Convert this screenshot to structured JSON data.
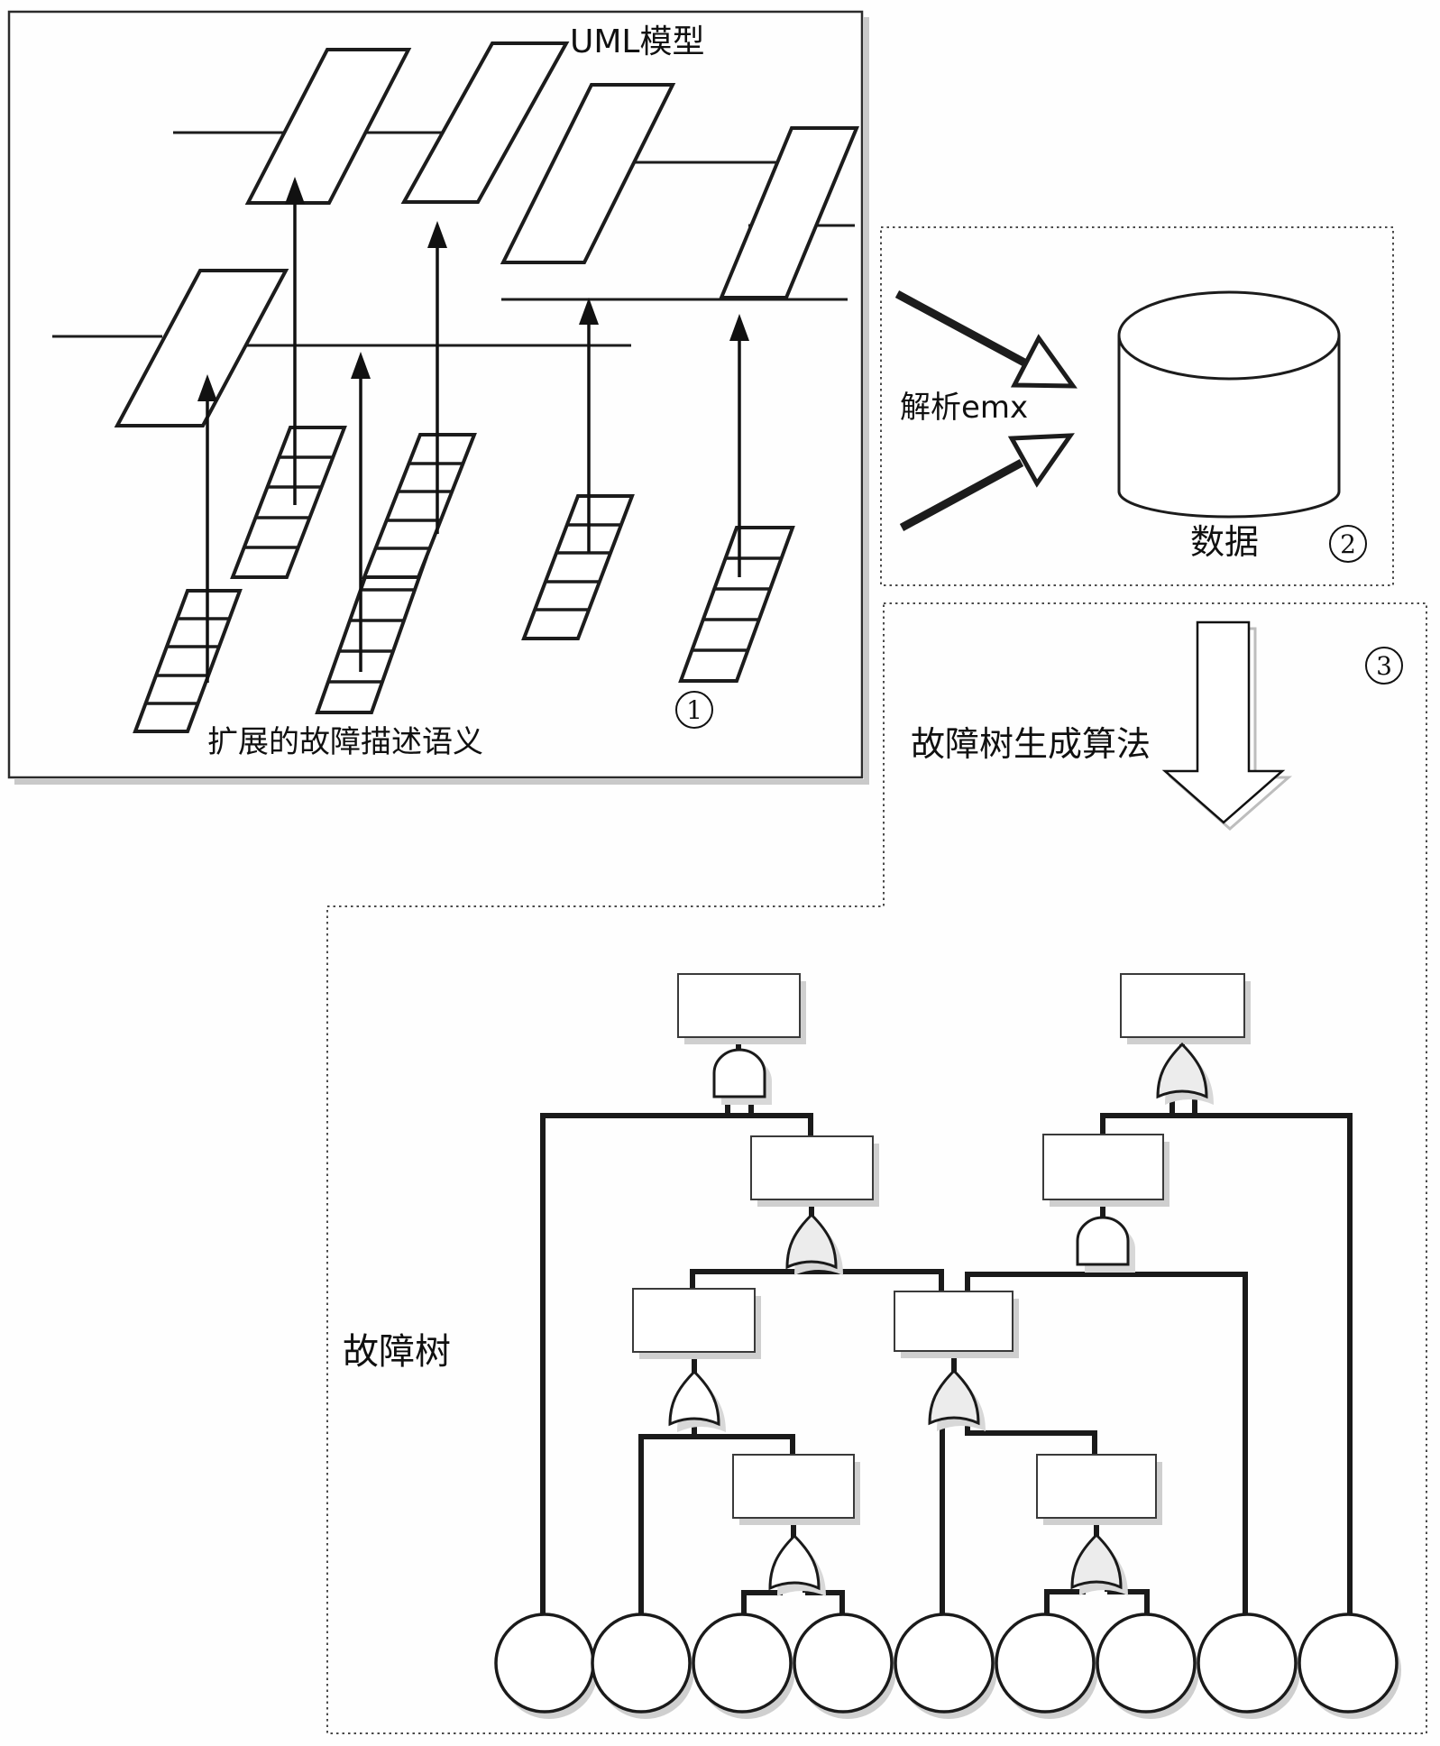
{
  "figure": {
    "type": "patent-flow-diagram",
    "background_color": "#fefefe",
    "line_color": "#1a1a1a",
    "shadow_color": "#cccccc",
    "gate_gray_fill": "#ececec"
  },
  "uml_box": {
    "title": "UML模型",
    "caption": "扩展的故障描述语义",
    "step_badge": "1",
    "border": "solid",
    "content": "class-diagram parallelogram cards with attribute-list cards and upward dependency arrows",
    "card_count": 5,
    "attribute_card_count": 6,
    "arrow_count": 6
  },
  "parse_box": {
    "arrow_label": "解析emx",
    "db_label": "数据",
    "step_badge": "2",
    "border": "dotted",
    "icon": "database-cylinder",
    "arrow_count": 2
  },
  "tree_box": {
    "algorithm_label": "故障树生成算法",
    "tree_label": "故障树",
    "step_badge": "3",
    "border": "dotted",
    "big_arrow_direction": "down"
  },
  "fault_tree": {
    "top_event_count": 2,
    "intermediate_event_count": 8,
    "basic_event_count": 9,
    "gates": [
      {
        "id": "G1",
        "type": "AND",
        "fill": "white",
        "parent": "top-left-rect"
      },
      {
        "id": "G2",
        "type": "OR",
        "fill": "gray",
        "parent": "top-right-rect"
      },
      {
        "id": "G3",
        "type": "OR",
        "fill": "gray",
        "parent": "left-level2-rect"
      },
      {
        "id": "G4",
        "type": "AND",
        "fill": "white",
        "parent": "right-level2-rect"
      },
      {
        "id": "G5",
        "type": "OR",
        "fill": "white",
        "parent": "left-level3-rect"
      },
      {
        "id": "G6",
        "type": "OR",
        "fill": "gray",
        "parent": "right-level3-rect"
      },
      {
        "id": "G7",
        "type": "OR",
        "fill": "white",
        "parent": "left-level4-rect"
      },
      {
        "id": "G8",
        "type": "OR",
        "fill": "gray",
        "parent": "right-level4-rect"
      }
    ],
    "connections": [
      "G1 -> basic-event-1, left-level2-rect",
      "G2 -> right-level2-rect, basic-event-9",
      "G3 -> left-level3-rect, right-level3-rect",
      "G4 -> right-level3-rect, basic-event-8",
      "G5 -> basic-event-2, left-level4-rect",
      "G6 -> basic-event-5, right-level4-rect",
      "G7 -> basic-event-3, basic-event-4",
      "G8 -> basic-event-6, basic-event-7"
    ]
  }
}
